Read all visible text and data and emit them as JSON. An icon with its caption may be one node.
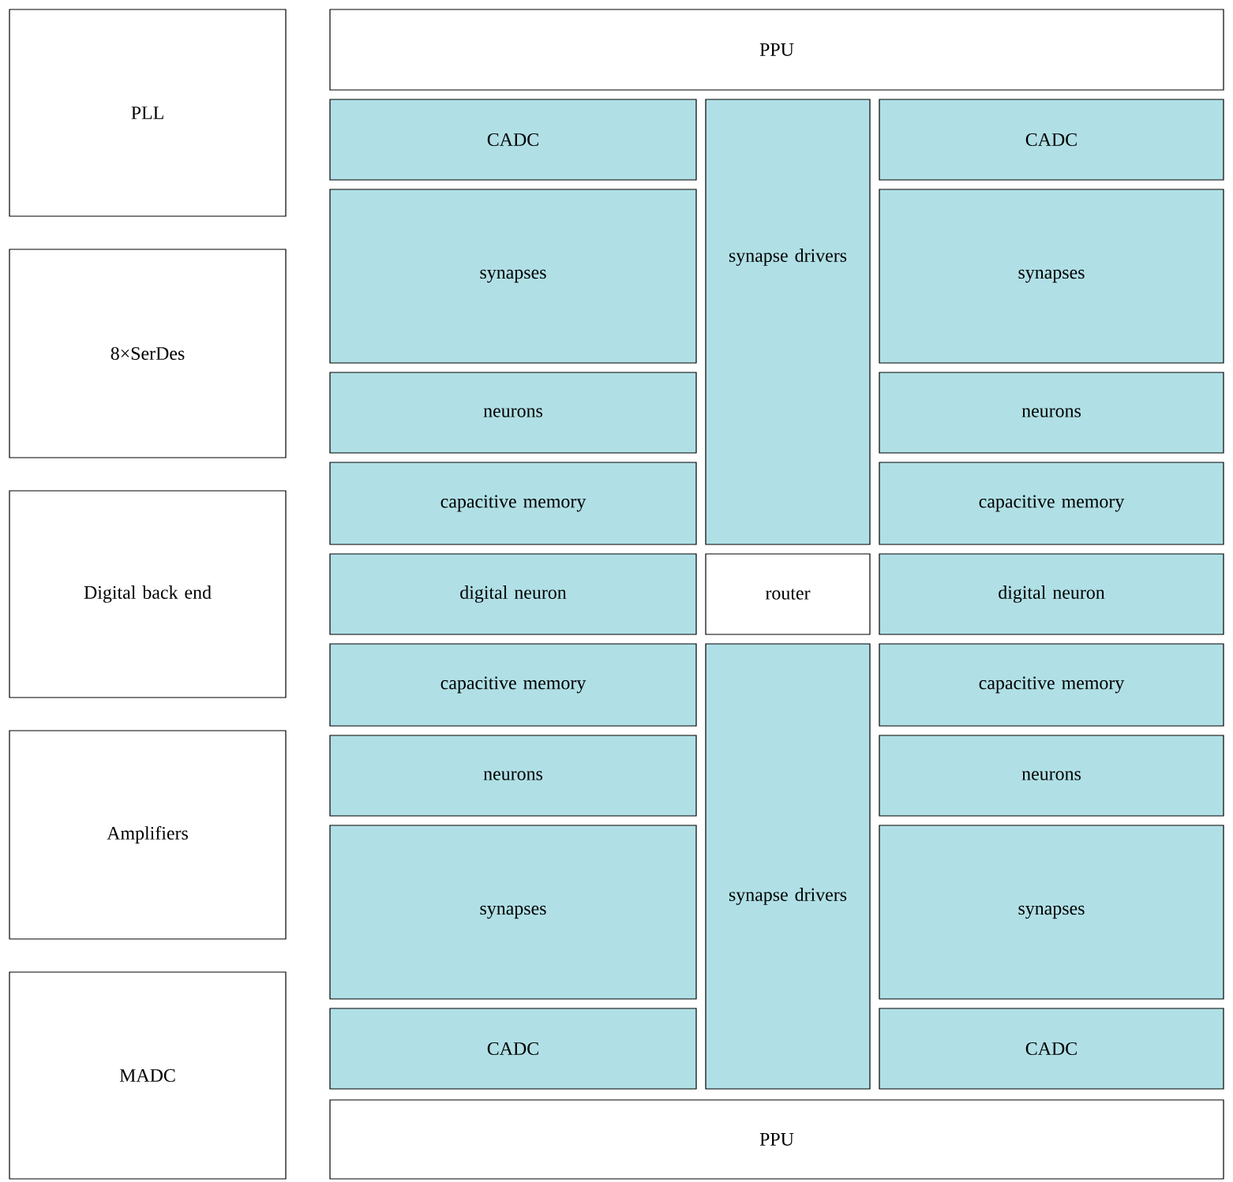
{
  "diagram": {
    "nodes": [
      {
        "text": [
          "PLL"
        ]
      },
      {
        "text": [
          "8×SerDes"
        ]
      },
      {
        "text": [
          "Digital back end"
        ]
      },
      {
        "text": [
          "Amplifiers"
        ]
      },
      {
        "text": [
          "MADC"
        ]
      },
      {
        "text": [
          "PPU"
        ]
      },
      {
        "text": [
          "CADC"
        ]
      },
      {
        "text": [
          "synapse drivers"
        ]
      },
      {
        "text": [
          "CADC"
        ]
      },
      {
        "text": [
          "synapses"
        ]
      },
      {
        "text": [
          "synapses"
        ]
      },
      {
        "text": [
          "neurons"
        ]
      },
      {
        "text": [
          "neurons"
        ]
      },
      {
        "text": [
          "capacitive memory"
        ]
      },
      {
        "text": [
          "capacitive memory"
        ]
      },
      {
        "text": [
          "digital neuron"
        ]
      },
      {
        "text": [
          "router"
        ]
      },
      {
        "text": [
          "digital neuron"
        ]
      },
      {
        "text": [
          "capacitive memory"
        ]
      },
      {
        "text": [
          "synapse drivers"
        ]
      },
      {
        "text": [
          "capacitive memory"
        ]
      },
      {
        "text": [
          "neurons"
        ]
      },
      {
        "text": [
          "neurons"
        ]
      },
      {
        "text": [
          "synapses"
        ]
      },
      {
        "text": [
          "synapses"
        ]
      },
      {
        "text": [
          "CADC"
        ]
      },
      {
        "text": [
          "CADC"
        ]
      },
      {
        "text": [
          "PPU"
        ]
      }
    ]
  }
}
